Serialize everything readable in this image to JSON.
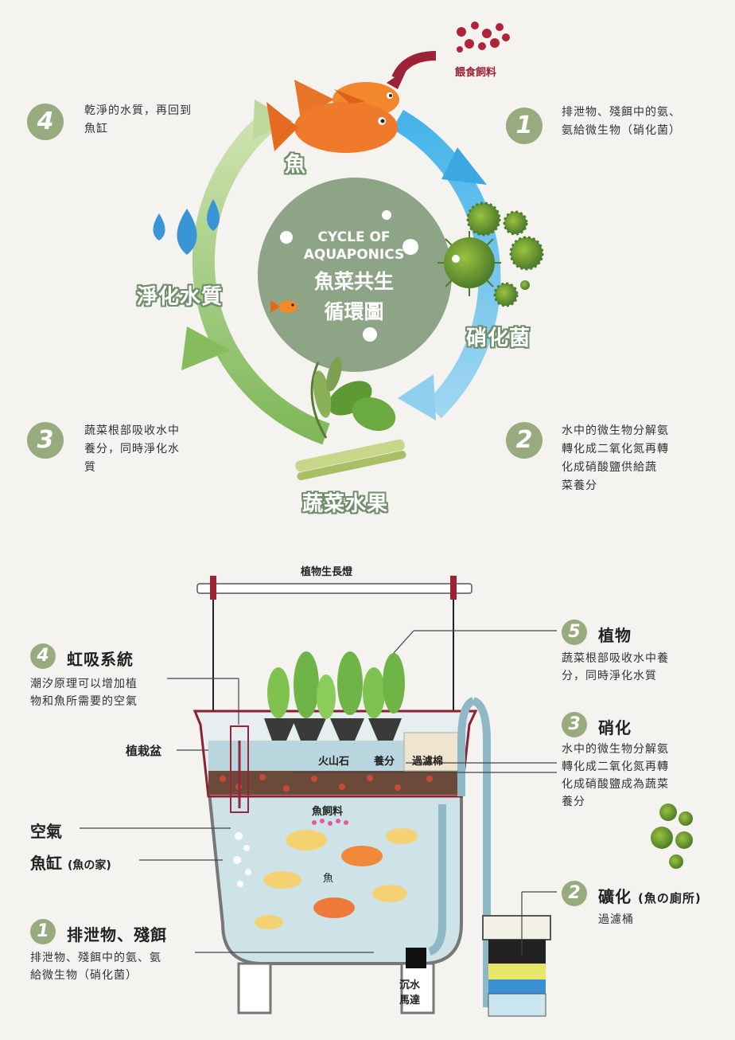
{
  "cycle": {
    "center_en": "CYCLE OF AQUAPONICS",
    "center_zh_1": "魚菜共生",
    "center_zh_2": "循環圖",
    "feed": "餵食飼料",
    "fish": "魚",
    "bacteria": "硝化菌",
    "vegetables": "蔬菜水果",
    "purify": "淨化水質",
    "steps": [
      {
        "num": "1",
        "text_lines": [
          "排泄物、殘餌中的氨、",
          "氨給微生物（硝化菌）"
        ]
      },
      {
        "num": "2",
        "text_lines": [
          "水中的微生物分解氨",
          "轉化成二氧化氮再轉",
          "化成硝酸鹽供給蔬",
          "菜養分"
        ]
      },
      {
        "num": "3",
        "text_lines": [
          "蔬菜根部吸收水中",
          "養分，同時淨化水",
          "質"
        ]
      },
      {
        "num": "4",
        "text_lines": [
          "乾淨的水質，再回到",
          "魚缸"
        ]
      }
    ]
  },
  "system": {
    "grow_light": "植物生長燈",
    "planter": "植栽盆",
    "air": "空氣",
    "tank": "魚缸",
    "tank_sub": "(魚の家)",
    "lava_rock": "火山石",
    "nutrients": "養分",
    "filter_cotton": "過濾棉",
    "fish_feed": "魚飼料",
    "fish": "魚",
    "pump_1": "沉水",
    "pump_2": "馬達",
    "items": [
      {
        "num": "4",
        "title": "虹吸系統",
        "lines": [
          "潮汐原理可以增加植",
          "物和魚所需要的空氣"
        ]
      },
      {
        "num": "1",
        "title": "排泄物、殘餌",
        "lines": [
          "排泄物、殘餌中的氨、氨",
          "給微生物（硝化菌）"
        ]
      },
      {
        "num": "5",
        "title": "植物",
        "lines": [
          "蔬菜根部吸收水中養",
          "分，同時淨化水質"
        ]
      },
      {
        "num": "3",
        "title": "硝化",
        "lines": [
          "水中的微生物分解氨",
          "轉化成二氧化氮再轉",
          "化成硝酸鹽成為蔬菜",
          "養分"
        ]
      },
      {
        "num": "2",
        "title": "礦化",
        "title_sub": "(魚の廁所)",
        "lines": [
          "過濾桶"
        ]
      }
    ]
  },
  "colors": {
    "accent_green": "#98ab7e",
    "feed_red": "#9b2335",
    "arrow_blue": "#3a9fd8",
    "arrow_green": "#9cc26b"
  }
}
